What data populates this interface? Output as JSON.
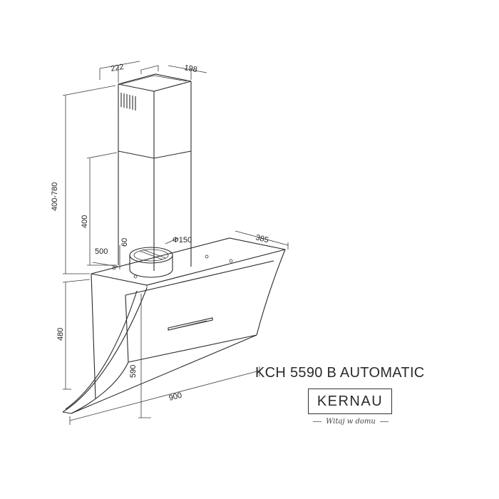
{
  "dimensions": {
    "chimney_depth": "222",
    "chimney_width": "198",
    "chimney_height_range": "400-780",
    "lower_chimney": "400",
    "outlet_offset": "60",
    "outlet_diameter": "Φ150",
    "top_depth": "385",
    "top_width": "500",
    "hood_height": "480",
    "glass_height": "590",
    "hood_width": "900"
  },
  "product": {
    "model": "KCH 5590 B AUTOMATIC",
    "brand": "KERNAU",
    "tagline": "Witaj w domu"
  },
  "colors": {
    "line": "#2a2a2a",
    "text": "#2b2b2b"
  }
}
